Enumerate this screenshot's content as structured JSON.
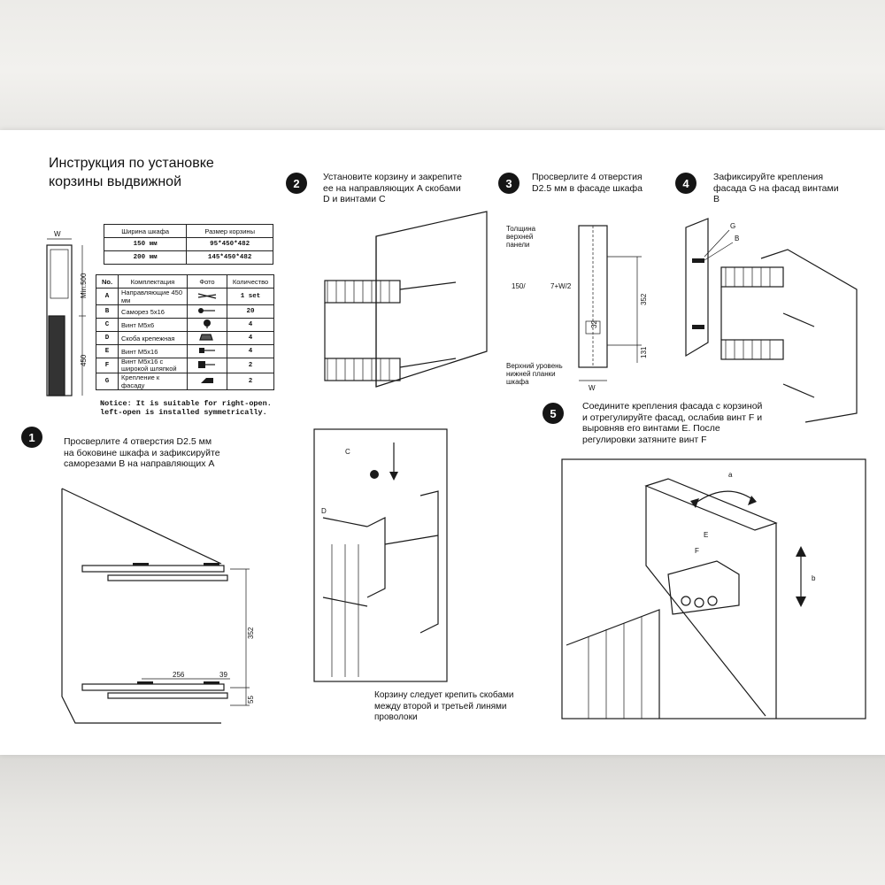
{
  "title": "Инструкция по установке корзины выдвижной",
  "size_table": {
    "header": [
      "Ширина шкафа",
      "Размер корзины"
    ],
    "rows": [
      [
        "150 мм",
        "95*450*482"
      ],
      [
        "200 мм",
        "145*450*482"
      ]
    ]
  },
  "parts_table": {
    "header": [
      "No.",
      "Комплектация",
      "Фото",
      "Количество"
    ],
    "rows": [
      {
        "no": "A",
        "name": "Направляющие 450 мм",
        "qty": "1 set"
      },
      {
        "no": "B",
        "name": "Саморез 5x16",
        "qty": "20"
      },
      {
        "no": "C",
        "name": "Винт M5x6",
        "qty": "4"
      },
      {
        "no": "D",
        "name": "Скоба крепежная",
        "qty": "4"
      },
      {
        "no": "E",
        "name": "Винт M5x16",
        "qty": "4"
      },
      {
        "no": "F",
        "name": "Винт M5x16 с широкой шляпкой",
        "qty": "2"
      },
      {
        "no": "G",
        "name": "Крепление к фасаду",
        "qty": "2"
      }
    ]
  },
  "notice_line1": "Notice: It is suitable for right-open.",
  "notice_line2": "left-open is installed symmetrically.",
  "cabinet_labels": {
    "w": "W",
    "min500": "Min.500",
    "d450": "450"
  },
  "steps": [
    {
      "no": "1",
      "text": "Просверлите 4 отверстия D2.5 мм на боковине шкафа и зафиксируйте саморезами B на направляющих A"
    },
    {
      "no": "2",
      "text": "Установите корзину и закрепите ее на направляющих A скобами D и винтами C"
    },
    {
      "no": "3",
      "text": "Просверлите 4 отверстия D2.5 мм в фасаде шкафа"
    },
    {
      "no": "4",
      "text": "Зафиксируйте крепления фасада G на фасад винтами B"
    },
    {
      "no": "5",
      "text": "Соедините крепления фасада с корзиной и отрегулируйте фасад, ослабив винт F и выровняв его винтами  E. После регулировки затяните винт F"
    }
  ],
  "step1_dims": {
    "d352": "352",
    "d256": "256",
    "d39": "39",
    "d55": "55"
  },
  "step2_labels": {
    "c": "C",
    "d": "D"
  },
  "step2_note": "Корзину следует крепить скобами между второй и третьей линями проволоки",
  "step3_labels": {
    "panel_top": "Толщина верхней панели",
    "panel_bottom": "Верхний уровень нижней планки шкафа",
    "d150": "150/",
    "formula": "7+W/2",
    "d352": "352",
    "d32": "32",
    "d131": "131",
    "w": "W"
  },
  "step4_labels": {
    "g": "G",
    "b": "B"
  },
  "step5_labels": {
    "a": "a",
    "b": "b",
    "e": "E",
    "f": "F"
  }
}
